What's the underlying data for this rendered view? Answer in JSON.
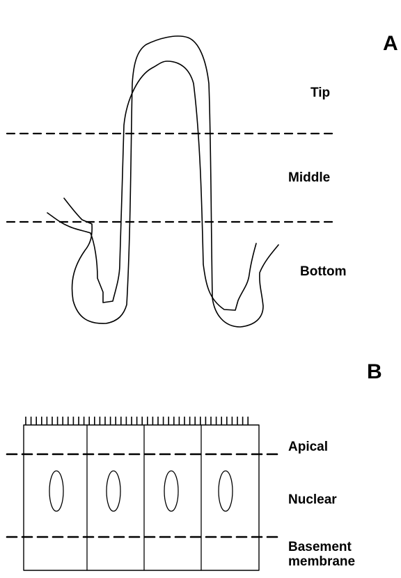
{
  "panel_a": {
    "letter": "A",
    "labels": {
      "tip": "Tip",
      "middle": "Middle",
      "bottom": "Bottom"
    }
  },
  "panel_b": {
    "letter": "B",
    "labels": {
      "apical": "Apical",
      "nuclear": "Nuclear",
      "basement_line1": "Basement",
      "basement_line2": "membrane"
    }
  }
}
